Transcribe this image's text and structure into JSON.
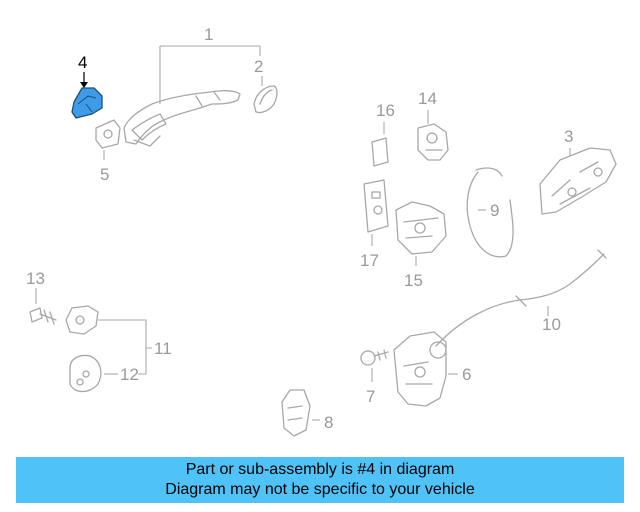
{
  "callouts": {
    "c1": "1",
    "c2": "2",
    "c3": "3",
    "c4": "4",
    "c5": "5",
    "c6": "6",
    "c7": "7",
    "c8": "8",
    "c9": "9",
    "c10": "10",
    "c11": "11",
    "c12": "12",
    "c13": "13",
    "c14": "14",
    "c15": "15",
    "c16": "16",
    "c17": "17"
  },
  "highlight": {
    "part": "4",
    "color": "#3f9be8"
  },
  "banner": {
    "line1": "Part or sub-assembly is #4 in diagram",
    "line2": "Diagram may not be specific to your vehicle",
    "color": "#4fc3f7"
  }
}
